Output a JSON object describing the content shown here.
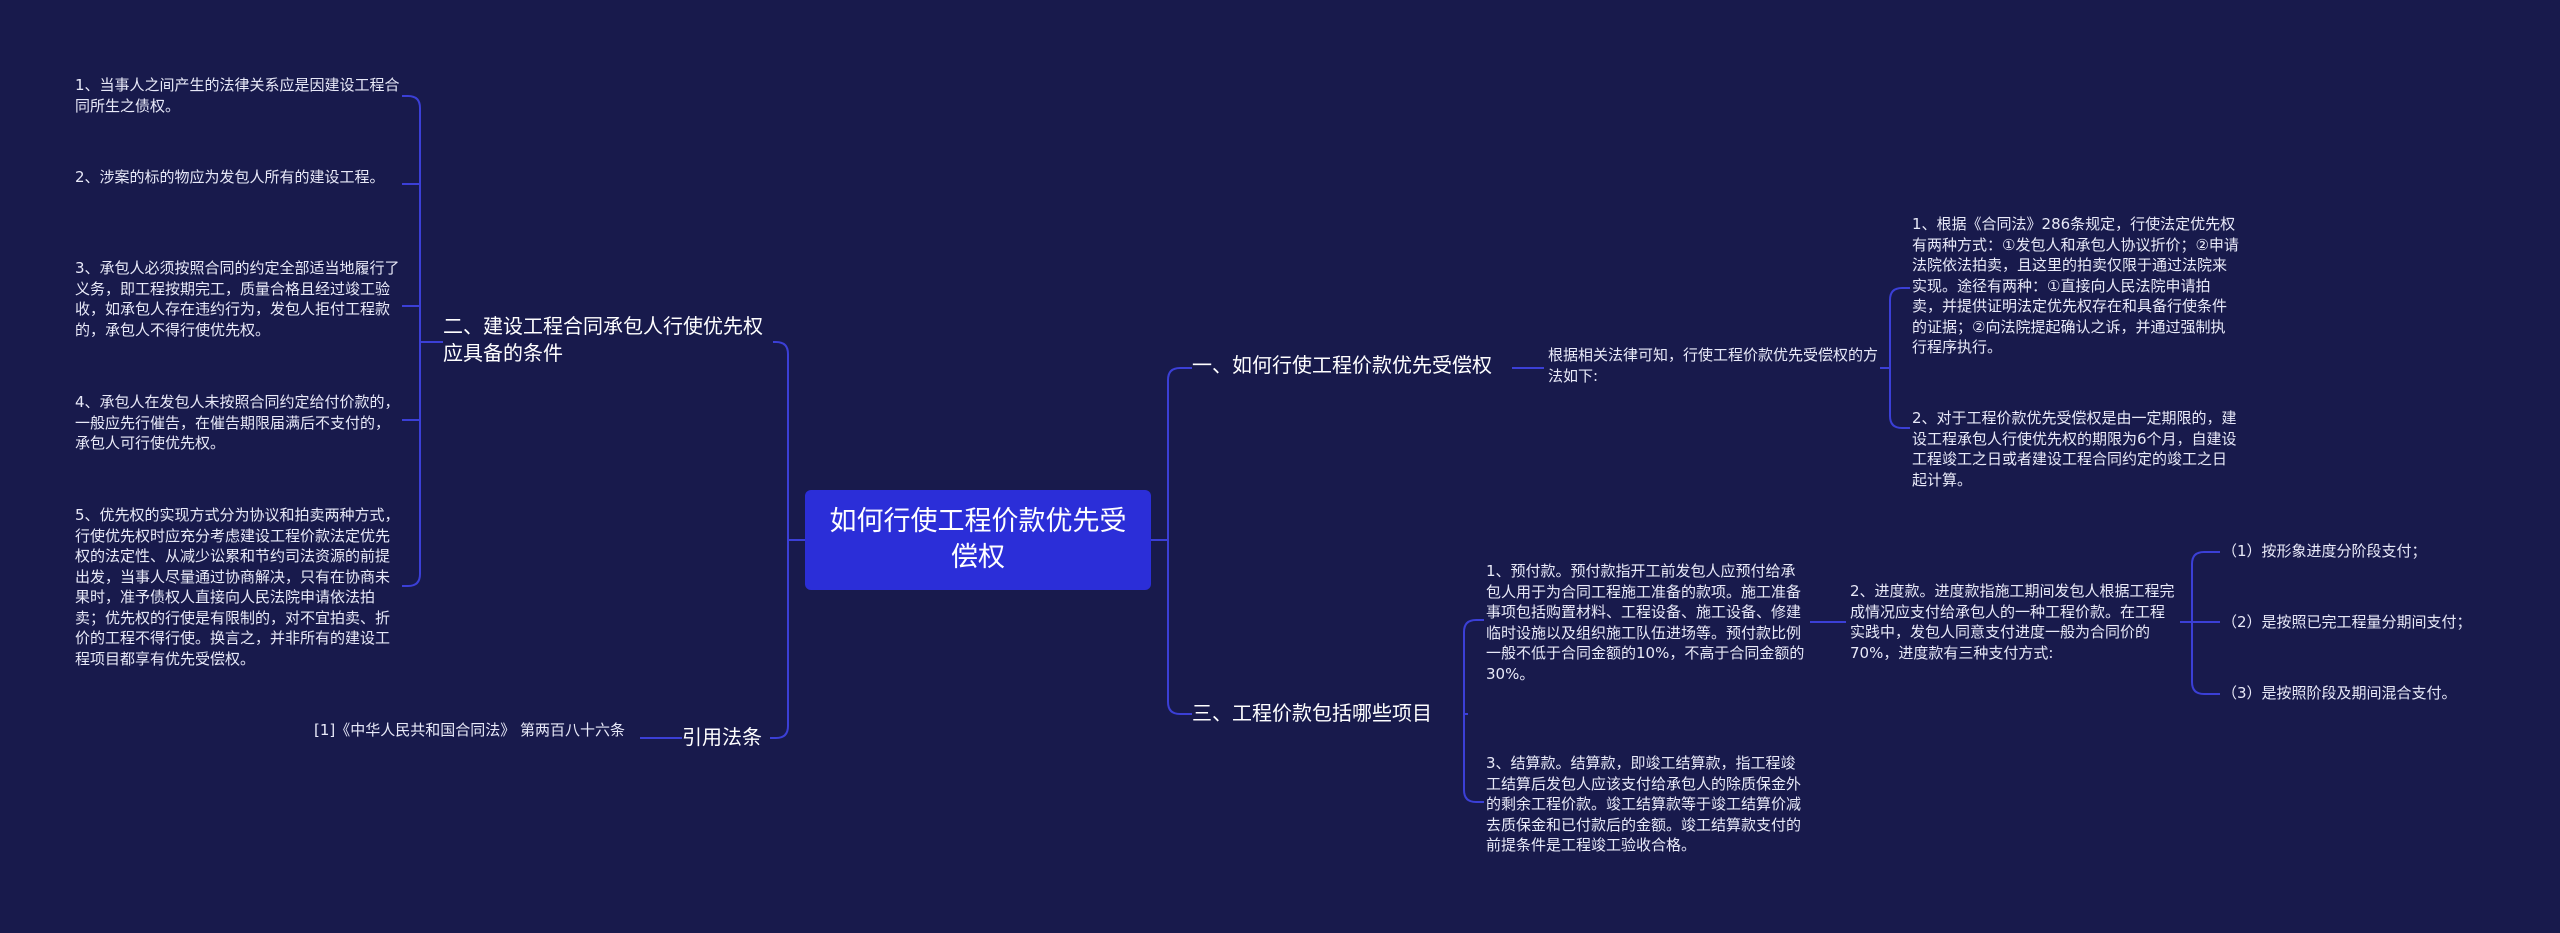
{
  "mindmap": {
    "root": "如何行使工程价款优先受偿权",
    "right": {
      "b1": {
        "label": "一、如何行使工程价款优先受偿权",
        "intro": "根据相关法律可知，行使工程价款优先受偿权的方法如下:",
        "items": [
          "1、根据《合同法》286条规定，行使法定优先权有两种方式：①发包人和承包人协议折价；②申请法院依法拍卖，且这里的拍卖仅限于通过法院来实现。途径有两种：①直接向人民法院申请拍卖，并提供证明法定优先权存在和具备行使条件的证据；②向法院提起确认之诉，并通过强制执行程序执行。",
          "2、对于工程价款优先受偿权是由一定期限的，建设工程承包人行使优先权的期限为6个月，自建设工程竣工之日或者建设工程合同约定的竣工之日起计算。"
        ]
      },
      "b3": {
        "label": "三、工程价款包括哪些项目",
        "prepay": "1、预付款。预付款指开工前发包人应预付给承包人用于为合同工程施工准备的款项。施工准备事项包括购置材料、工程设备、施工设备、修建临时设施以及组织施工队伍进场等。预付款比例一般不低于合同金额的10%，不高于合同金额的30%。",
        "progress": "2、进度款。进度款指施工期间发包人根据工程完成情况应支付给承包人的一种工程价款。在工程实践中，发包人同意支付进度一般为合同价的70%，进度款有三种支付方式:",
        "progress_items": [
          "（1）按形象进度分阶段支付；",
          "（2）是按照已完工程量分期间支付；",
          "（3）是按照阶段及期间混合支付。"
        ],
        "settle": "3、结算款。结算款，即竣工结算款，指工程竣工结算后发包人应该支付给承包人的除质保金外的剩余工程价款。竣工结算款等于竣工结算价减去质保金和已付款后的金额。竣工结算款支付的前提条件是工程竣工验收合格。"
      }
    },
    "left": {
      "b2": {
        "label": "二、建设工程合同承包人行使优先权应具备的条件",
        "items": [
          "1、当事人之间产生的法律关系应是因建设工程合同所生之债权。",
          "2、涉案的标的物应为发包人所有的建设工程。",
          "3、承包人必须按照合同的约定全部适当地履行了义务，即工程按期完工，质量合格且经过竣工验收，如承包人存在违约行为，发包人拒付工程款的，承包人不得行使优先权。",
          "4、承包人在发包人未按照合同约定给付价款的，一般应先行催告，在催告期限届满后不支付的，承包人可行使优先权。",
          "5、优先权的实现方式分为协议和拍卖两种方式，行使优先权时应充分考虑建设工程价款法定优先权的法定性、从减少讼累和节约司法资源的前提出发，当事人尽量通过协商解决，只有在协商未果时，准予债权人直接向人民法院申请依法拍卖；优先权的行使是有限制的，对不宜拍卖、折价的工程不得行使。换言之，并非所有的建设工程项目都享有优先受偿权。"
        ]
      },
      "ref": {
        "label": "引用法条",
        "item": "[1]《中华人民共和国合同法》 第两百八十六条"
      }
    },
    "colors": {
      "background": "#181a4c",
      "root": "#2b2ed8",
      "connector": "#3b3fd6",
      "text": "#ffffff"
    }
  }
}
